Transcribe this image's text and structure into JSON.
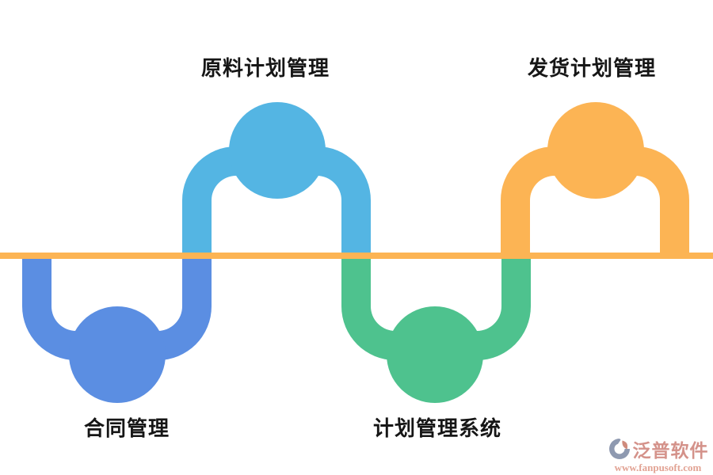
{
  "diagram": {
    "type": "wave-flow",
    "baseline_color": "#fcb454",
    "nodes": [
      {
        "id": "contract-management",
        "label": "合同管理",
        "side": "below",
        "color": "#5b8ee2"
      },
      {
        "id": "raw-material-plan",
        "label": "原料计划管理",
        "side": "above",
        "color": "#54b5e3"
      },
      {
        "id": "plan-management-system",
        "label": "计划管理系统",
        "side": "below",
        "color": "#4ec28e"
      },
      {
        "id": "shipment-plan",
        "label": "发货计划管理",
        "side": "above",
        "color": "#fcb454"
      }
    ]
  },
  "watermark": {
    "brand": "泛普软件",
    "url": "www.fanpusoft.com",
    "brand_color": "#d4928a",
    "url_color": "#e2a394",
    "logo_color": "#8e99b0",
    "logo_accent_color": "#cf8b7d"
  }
}
